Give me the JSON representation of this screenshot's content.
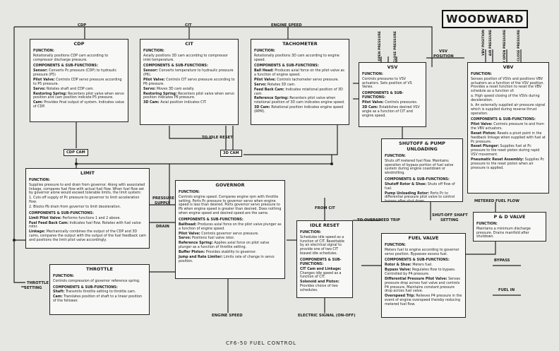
{
  "logo": "WOODWARD",
  "footer": "CF6-50 FUEL CONTROL",
  "signals": {
    "cdp": "CDP",
    "cit": "CIT",
    "engine_speed_top": "ENGINE SPEED",
    "to_idle_reset": "TO IDLE RESET",
    "cdp_cam": "CDP CAM",
    "cam3d": "3D CAM",
    "pressure_supply_1": "PRESSURE",
    "pressure_supply_2": "SUPPLY",
    "drain": "DRAIN",
    "from_cit": "FROM CIT",
    "to_overspeed_trip": "TO OVERSPEED TRIP",
    "shutoff_shaft_1": "SHUT-OFF SHAFT",
    "shutoff_shaft_2": "SETTING",
    "metered_fuel_flow": "METERED FUEL FLOW",
    "bypass": "BYPASS",
    "fuel_in": "FUEL IN",
    "throttle_setting_1": "THROTTLE",
    "throttle_setting_2": "SETTING",
    "engine_speed_bottom": "ENGINE SPEED",
    "electric_signal": "ELECTRIC SIGNAL (ON-OFF)",
    "vsv_position_1": "VSV",
    "vsv_position_2": "POSITION",
    "vsv_open_pressure": "VSV OPEN PRESSURE",
    "vsv_close_pressure": "VSV CLOSE PRESSURE",
    "vbv_position": "VBV POSITION",
    "air_pressure": "AIR PRESSURE",
    "vbv_open_pressure": "VBV OPEN PRESSURE",
    "vbv_close_pressure": "VBV CLOSE PRESSURE"
  },
  "common": {
    "function": "FUNCTION:",
    "components": "COMPONENTS & SUB-FUNCTIONS:"
  },
  "boxes": {
    "cdp": {
      "title": "CDP",
      "function": "Rotationally positions CDP cam according to compressor discharge pressure.",
      "items": [
        [
          "Sensor:",
          "Converts Pc pressure (CDP) to hydraulic pressure (P5)"
        ],
        [
          "Pilot Valve:",
          "Controls CDP servo pressure according to P5 pressure."
        ],
        [
          "Servo:",
          "Rotates shaft and CDP cam."
        ],
        [
          "Restoring Spring:",
          "Recenters pilot valve when servo position and cam position indicate P5 pressure."
        ],
        [
          "Cam:",
          "Provides final output of system. Indicates value of CDP."
        ]
      ]
    },
    "cit": {
      "title": "CIT",
      "function": "Axially positions 3D cam according to compressor inlet temperature.",
      "items": [
        [
          "Sensor:",
          "Converts temperature to hydraulic pressure (P6)."
        ],
        [
          "Pilot Valve:",
          "Controls CIT servo pressure according to P6 pressure."
        ],
        [
          "Servo:",
          "Moves 3D cam axially."
        ],
        [
          "Restoring Spring:",
          "Recenters pilot valve when servo position indicates P6 pressure."
        ],
        [
          "3D Cam:",
          "Axial position indicates CIT."
        ]
      ]
    },
    "tachometer": {
      "title": "TACHOMETER",
      "function": "Rotationally positions 3D cam according to engine speed.",
      "items": [
        [
          "Ball Head:",
          "Produces axial force on the pilot valve as a function of engine speed."
        ],
        [
          "Pilot Valve:",
          "Controls tachometer servo pressure."
        ],
        [
          "Servo:",
          "Rotates 3D cam."
        ],
        [
          "Feed Back Cam:",
          "Indicates rotational position of 3D cam."
        ],
        [
          "Reference Spring:",
          "Recenters pilot valve when rotational position of 3D cam indicates engine speed."
        ],
        [
          "3D Cam:",
          "Rotational position indicates engine speed (RPM)."
        ]
      ]
    },
    "vsv": {
      "title": "VSV",
      "function": "Controls pressures to VSV actuators. Sets position of VS Vanes.",
      "items": [
        [
          "Pilot Valve:",
          "Controls pressures."
        ],
        [
          "3D Cam:",
          "Establishes desired VSV angle as a function of CIT and engine speed."
        ]
      ]
    },
    "vbv": {
      "title": "VBV",
      "function": "Senses position of VSVs and positions VBV actuators as a function of the VSV position. Provides a reset function to reset the VBV schedule as a function of:",
      "extras": [
        "a. High speed closing of the VSVs during deceleration.",
        "b. An externally supplied air pressure signal which is supplied during reverse thrust operation."
      ],
      "items": [
        [
          "Pilot Valve:",
          "Controls pressure to and from the VBV actuators."
        ],
        [
          "Reset Piston:",
          "Resets a pivot point in the feedback linkage when supplied with fuel at Pc pressure."
        ],
        [
          "Reset Plunger:",
          "Supplies fuel at Pc pressure to the reset piston during rapid VSV movement."
        ],
        [
          "Pneumatic Reset Assembly:",
          "Supplies Pc pressure to the reset piston when air pressure is applied."
        ]
      ]
    },
    "shutoff": {
      "title": "SHUTOFF & PUMP UNLOADING",
      "function": "Shuts off metered fuel flow. Maintains operation of bypass portion of fuel valve system during engine coastdown or windmilling.",
      "items": [
        [
          "Shutoff Rotor & Shoe:",
          "Shuts off flow of fuel."
        ],
        [
          "Pump Unloading Rotor:",
          "Ports Pc to differential pressure pilot valve to control bypass after shut down."
        ]
      ]
    },
    "limit": {
      "title": "LIMIT",
      "function": "Supplies pressure to and drain from governor. Along with associated linkage, compares fuel flow with actual fuel flow. When fuel flow set by governor alone would exceed tolerable limits, the limit system:",
      "extras": [
        "1. Cuts off supply of Pc pressure to governor to limit acceleration flow.",
        "2. Blocks Pb drain from governor to limit deceleration."
      ],
      "items": [
        [
          "Limit Pilot Valve:",
          "Performs functions 1 and 2 above."
        ],
        [
          "Fuel Feed Back Cam:",
          "Indicates fuel flow. Rotates with fuel valve rotor."
        ],
        [
          "Linkage:",
          "Mechanically combines the output of the CDP and 3D cams, compares the output with the output of the fuel feedback cam and positions the limit pilot valve accordingly."
        ]
      ]
    },
    "governor": {
      "title": "GOVERNOR",
      "function": "Controls engine speed. Compares engine rpm with throttle setting. Ports Pc pressure to governor servo when engine speed is less than desired. Ports governor servo pressure to Pb when engine speed is greater than desired. Does nothing when engine speed and desired speed are the same.",
      "items": [
        [
          "Ballhead:",
          "Produces axial force on the pilot valve plunger as a function of engine speed."
        ],
        [
          "Pilot Valve:",
          "Controls governor servo pressure."
        ],
        [
          "Servo:",
          "Positions fuel valve rotor."
        ],
        [
          "Reference Spring:",
          "Applies axial force on pilot valve plunger as a function of throttle setting."
        ],
        [
          "Buffer Piston:",
          "Provides stability to governor."
        ],
        [
          "Jump and Rate Limiter:",
          "Limits rate of change in servo position."
        ]
      ]
    },
    "idle": {
      "title": "IDLE RESET",
      "function": "Schedules idle speed as a function of CIT. Resettable by an electrical signal to provide one of two CIT biased idle schedules.",
      "items": [
        [
          "CIT Cam and Linkage:",
          "Changes idle speed as a function of CIT."
        ],
        [
          "Solenoid and Piston:",
          "Provides choice of two schedules."
        ]
      ]
    },
    "fuel": {
      "title": "FUEL VALVE",
      "function": "Meters fuel to engine according to governor servo position. Bypasses excess fuel.",
      "items": [
        [
          "Rotor & Shoe:",
          "Meters fuel."
        ],
        [
          "Bypass Valve:",
          "Regulates flow to bypass. Controlled by P4 pressure."
        ],
        [
          "Differential Pressure Pilot Valve:",
          "Senses pressure drop across fuel valve and controls P4 pressure. Maintains constant pressure drop across fuel valve."
        ],
        [
          "Overspeed Trip:",
          "Relieves P4 pressure in the event of engine overspeed thereby reducing metered fuel flow."
        ]
      ]
    },
    "pdvalve": {
      "title": "P & D VALVE",
      "function": "Maintains a minimum discharge pressure. Drains manifold after shutdown.",
      "items": []
    },
    "throttle": {
      "title": "THROTTLE",
      "function": "Controls compression of governor reference spring.",
      "items": [
        [
          "Shaft:",
          "Transmits throttle setting to throttle cam."
        ],
        [
          "Cam:",
          "Translates position of shaft to a linear position of the follower."
        ]
      ]
    }
  }
}
